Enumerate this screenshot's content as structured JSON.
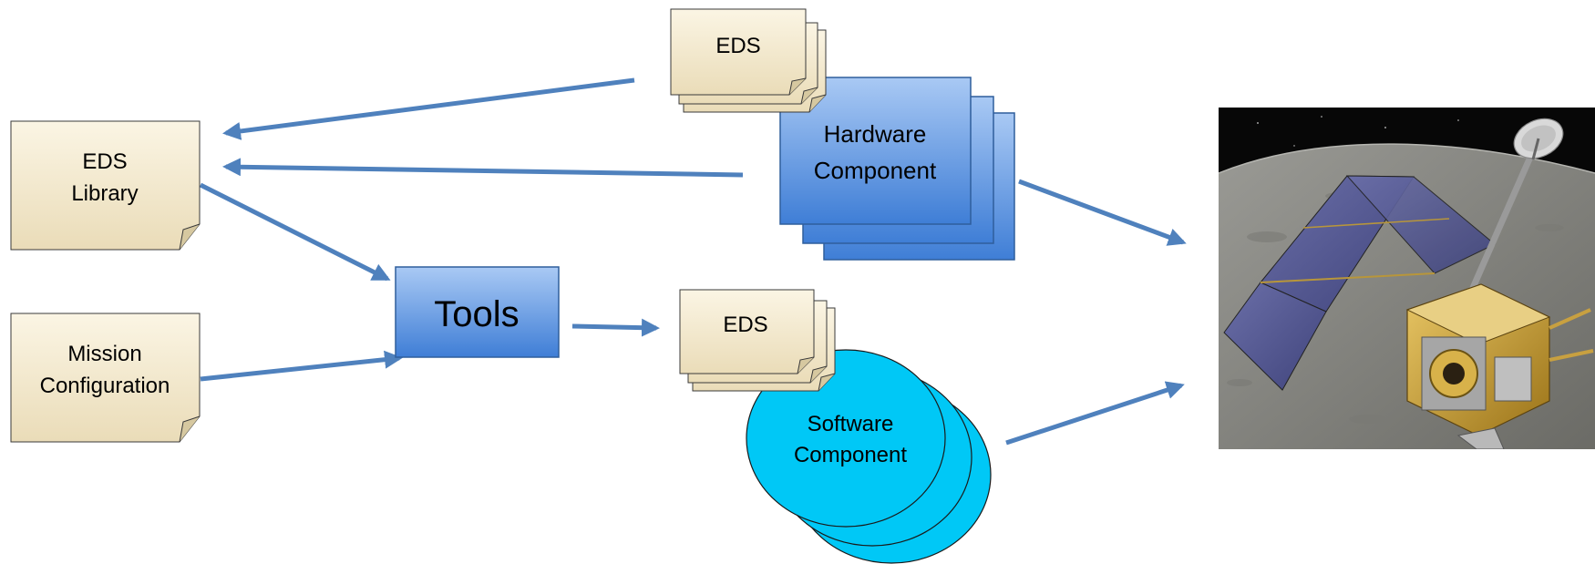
{
  "nodes": {
    "eds_library": {
      "line1": "EDS",
      "line2": "Library"
    },
    "mission_configuration": {
      "line1": "Mission",
      "line2": "Configuration"
    },
    "tools": {
      "label": "Tools"
    },
    "eds_top": {
      "label": "EDS"
    },
    "hardware_component": {
      "line1": "Hardware",
      "line2": "Component"
    },
    "eds_middle": {
      "label": "EDS"
    },
    "software_component": {
      "line1": "Software",
      "line2": "Component"
    },
    "spacecraft_image": {
      "description": ""
    }
  },
  "colors": {
    "note_fill_top": "#fbf5e4",
    "note_fill_bottom": "#eadcb8",
    "note_stroke": "#3a3a3a",
    "box_fill_top": "#a9c9f4",
    "box_fill_bottom": "#3f7ed6",
    "box_stroke": "#2f5e9c",
    "ellipse_fill": "#00c8f6",
    "arrow": "#4f81bd",
    "space": "#070707",
    "moon": "#8a8a86"
  }
}
